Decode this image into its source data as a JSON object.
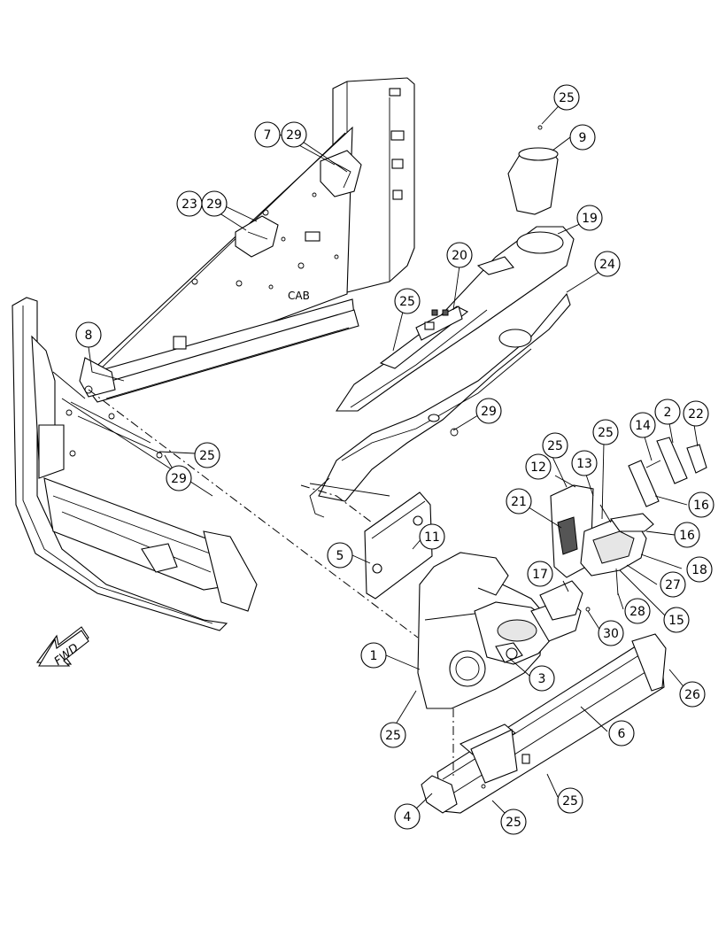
{
  "diagram": {
    "labels": {
      "cab": "CAB",
      "fwd": "FWD"
    },
    "callouts": {
      "c1": "1",
      "c2": "2",
      "c3": "3",
      "c4": "4",
      "c5": "5",
      "c6": "6",
      "c7": "7",
      "c8": "8",
      "c9": "9",
      "c11": "11",
      "c12": "12",
      "c13": "13",
      "c14": "14",
      "c15": "15",
      "c16a": "16",
      "c16b": "16",
      "c17": "17",
      "c18": "18",
      "c19": "19",
      "c20": "20",
      "c21": "21",
      "c22": "22",
      "c23": "23",
      "c24": "24",
      "c25a": "25",
      "c25b": "25",
      "c25c": "25",
      "c25d": "25",
      "c25e": "25",
      "c25f": "25",
      "c25g": "25",
      "c25h": "25",
      "c26": "26",
      "c27": "27",
      "c28": "28",
      "c29a": "29",
      "c29b": "29",
      "c29c": "29",
      "c29d": "29",
      "c30": "30"
    },
    "colors": {
      "line": "#000000",
      "background": "#ffffff",
      "shade": "#e6e6e6"
    }
  }
}
